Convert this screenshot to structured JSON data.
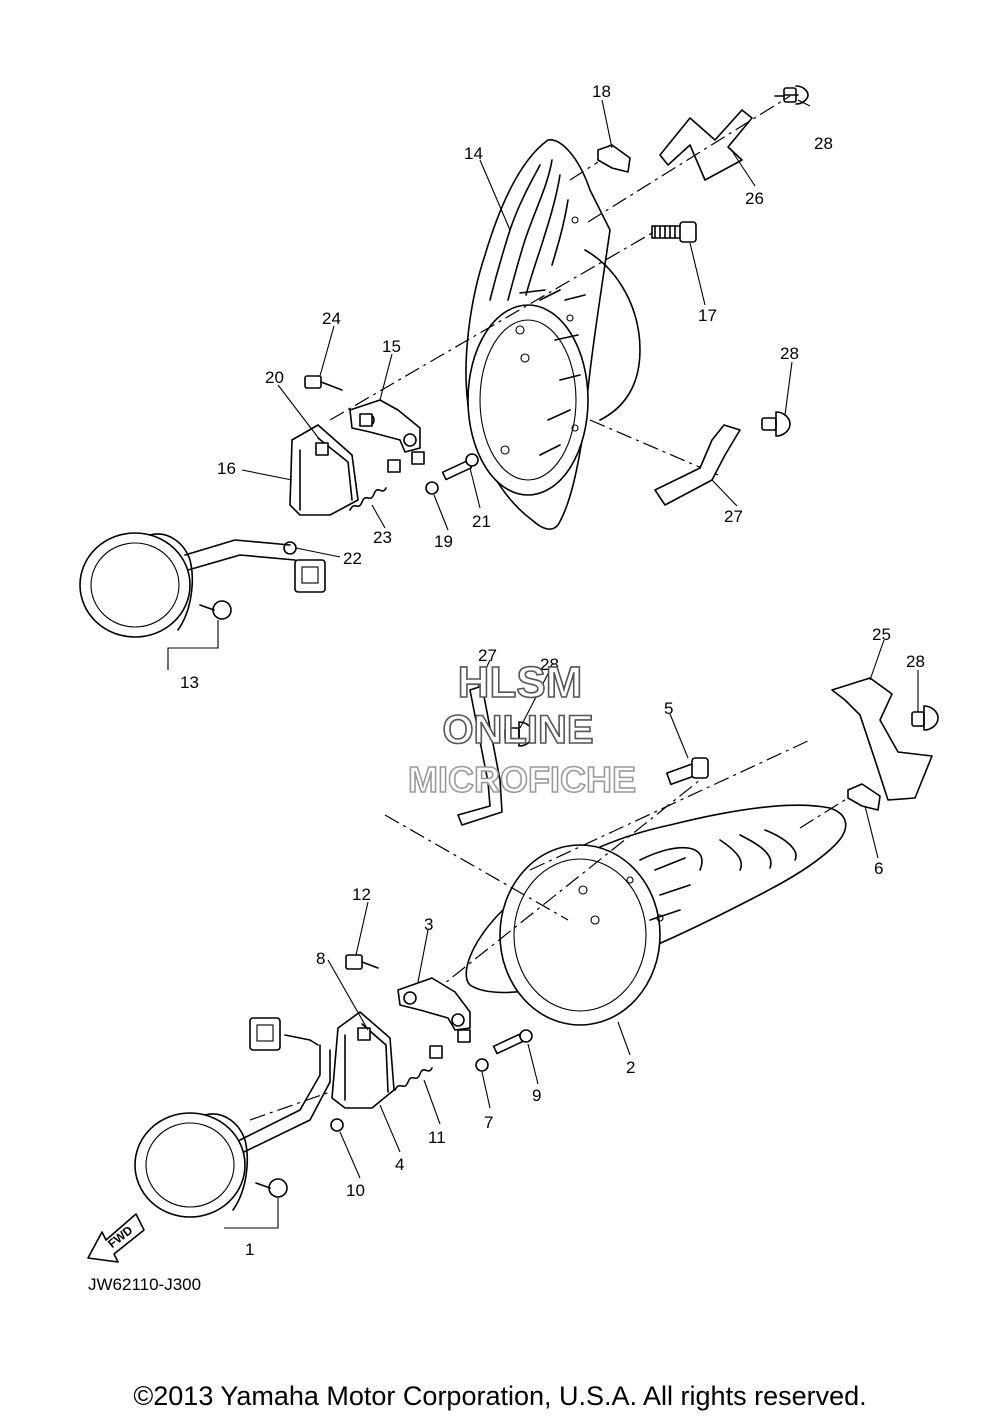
{
  "watermark": {
    "line1": "HLSM",
    "line2": "ONLINE",
    "line3": "MICROFICHE"
  },
  "diagram_code": "JW62110-J300",
  "fwd_label": "FWD",
  "copyright": "©2013 Yamaha Motor Corporation, U.S.A. All rights reserved.",
  "part_labels": {
    "p1": "1",
    "p2": "2",
    "p3": "3",
    "p4": "4",
    "p5": "5",
    "p6": "6",
    "p7": "7",
    "p8": "8",
    "p9": "9",
    "p10": "10",
    "p11": "11",
    "p12": "12",
    "p13": "13",
    "p14": "14",
    "p15": "15",
    "p16": "16",
    "p17": "17",
    "p18": "18",
    "p19": "19",
    "p20": "20",
    "p21": "21",
    "p22": "22",
    "p23": "23",
    "p24": "24",
    "p25": "25",
    "p26": "26",
    "p27a": "27",
    "p27b": "27",
    "p28a": "28",
    "p28b": "28",
    "p28c": "28",
    "p28d": "28"
  }
}
